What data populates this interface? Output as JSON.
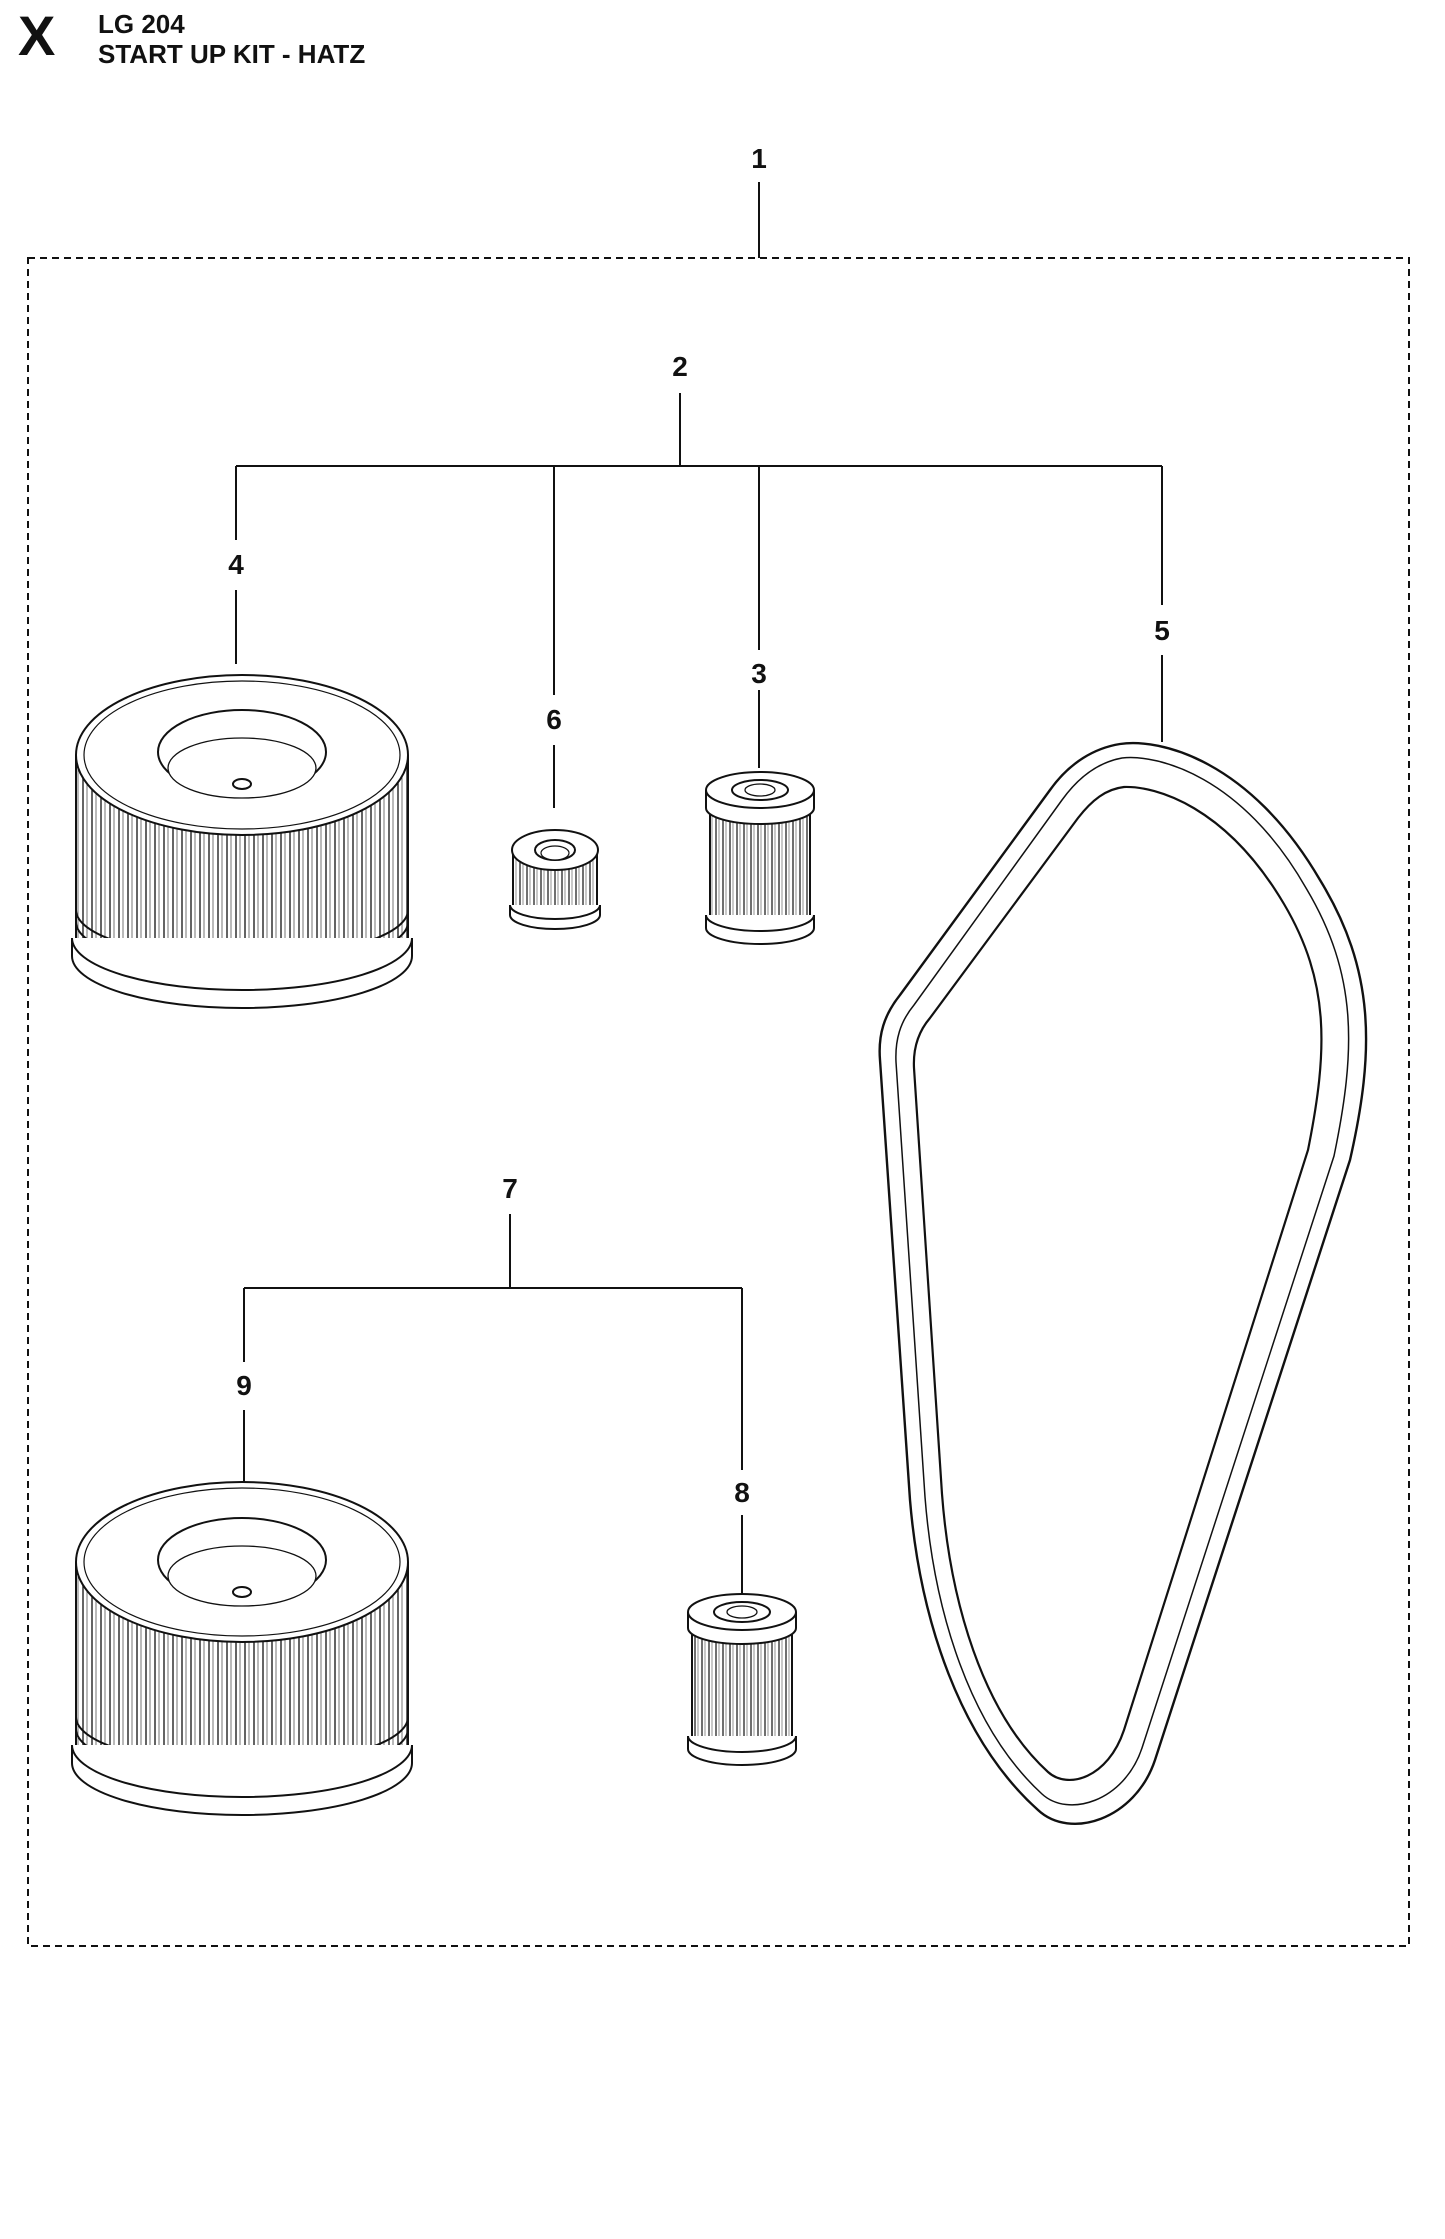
{
  "header": {
    "section_letter": "X",
    "model": "LG 204",
    "title": "START UP KIT - HATZ"
  },
  "callouts": {
    "c1": "1",
    "c2": "2",
    "c3": "3",
    "c4": "4",
    "c5": "5",
    "c6": "6",
    "c7": "7",
    "c8": "8",
    "c9": "9"
  }
}
